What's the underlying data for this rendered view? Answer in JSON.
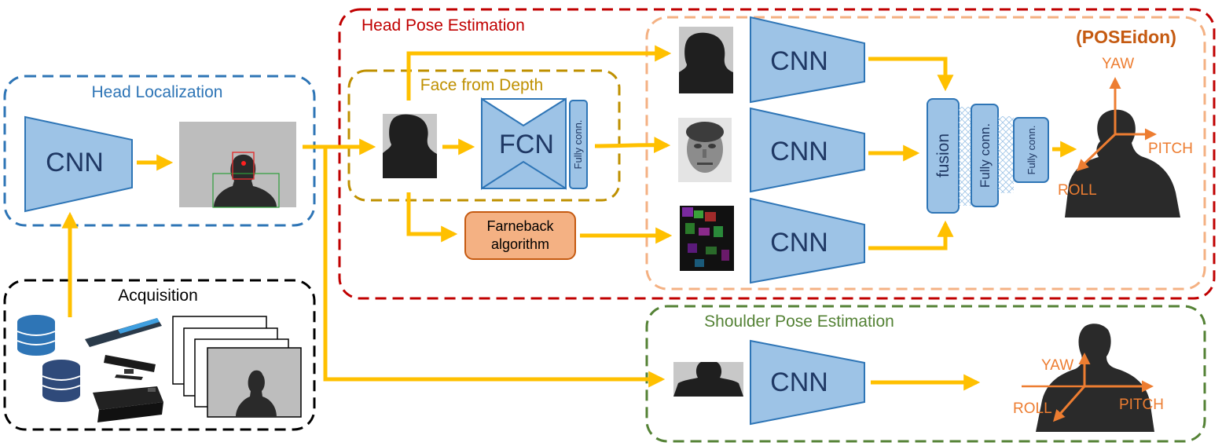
{
  "colors": {
    "arrow": "#FFC000",
    "cnn_fill": "#9DC3E6",
    "cnn_stroke": "#2E75B6",
    "cnn_text": "#1F3864",
    "head_loc": "#2E75B6",
    "head_pose": "#C00000",
    "face_depth": "#BF9000",
    "poseidon": "#F4B183",
    "poseidon_text": "#C55A11",
    "shoulder": "#548235",
    "acquisition": "#000000",
    "axis": "#ED7D31",
    "farneback_fill": "#F4B183",
    "farneback_stroke": "#C55A11"
  },
  "labels": {
    "head_localization": "Head Localization",
    "acquisition": "Acquisition",
    "head_pose": "Head Pose Estimation",
    "face_from_depth": "Face from Depth",
    "poseidon": "(POSEidon)",
    "shoulder": "Shoulder Pose Estimation",
    "cnn": "CNN",
    "fcn": "FCN",
    "fully_conn": "Fully conn.",
    "fusion": "fusion",
    "farneback_l1": "Farneback",
    "farneback_l2": "algorithm",
    "yaw": "YAW",
    "pitch": "PITCH",
    "roll": "ROLL"
  },
  "icons": {
    "database": "database-icon",
    "kinect": "depth-sensor-icon",
    "frames": "frame-stack-icon"
  }
}
